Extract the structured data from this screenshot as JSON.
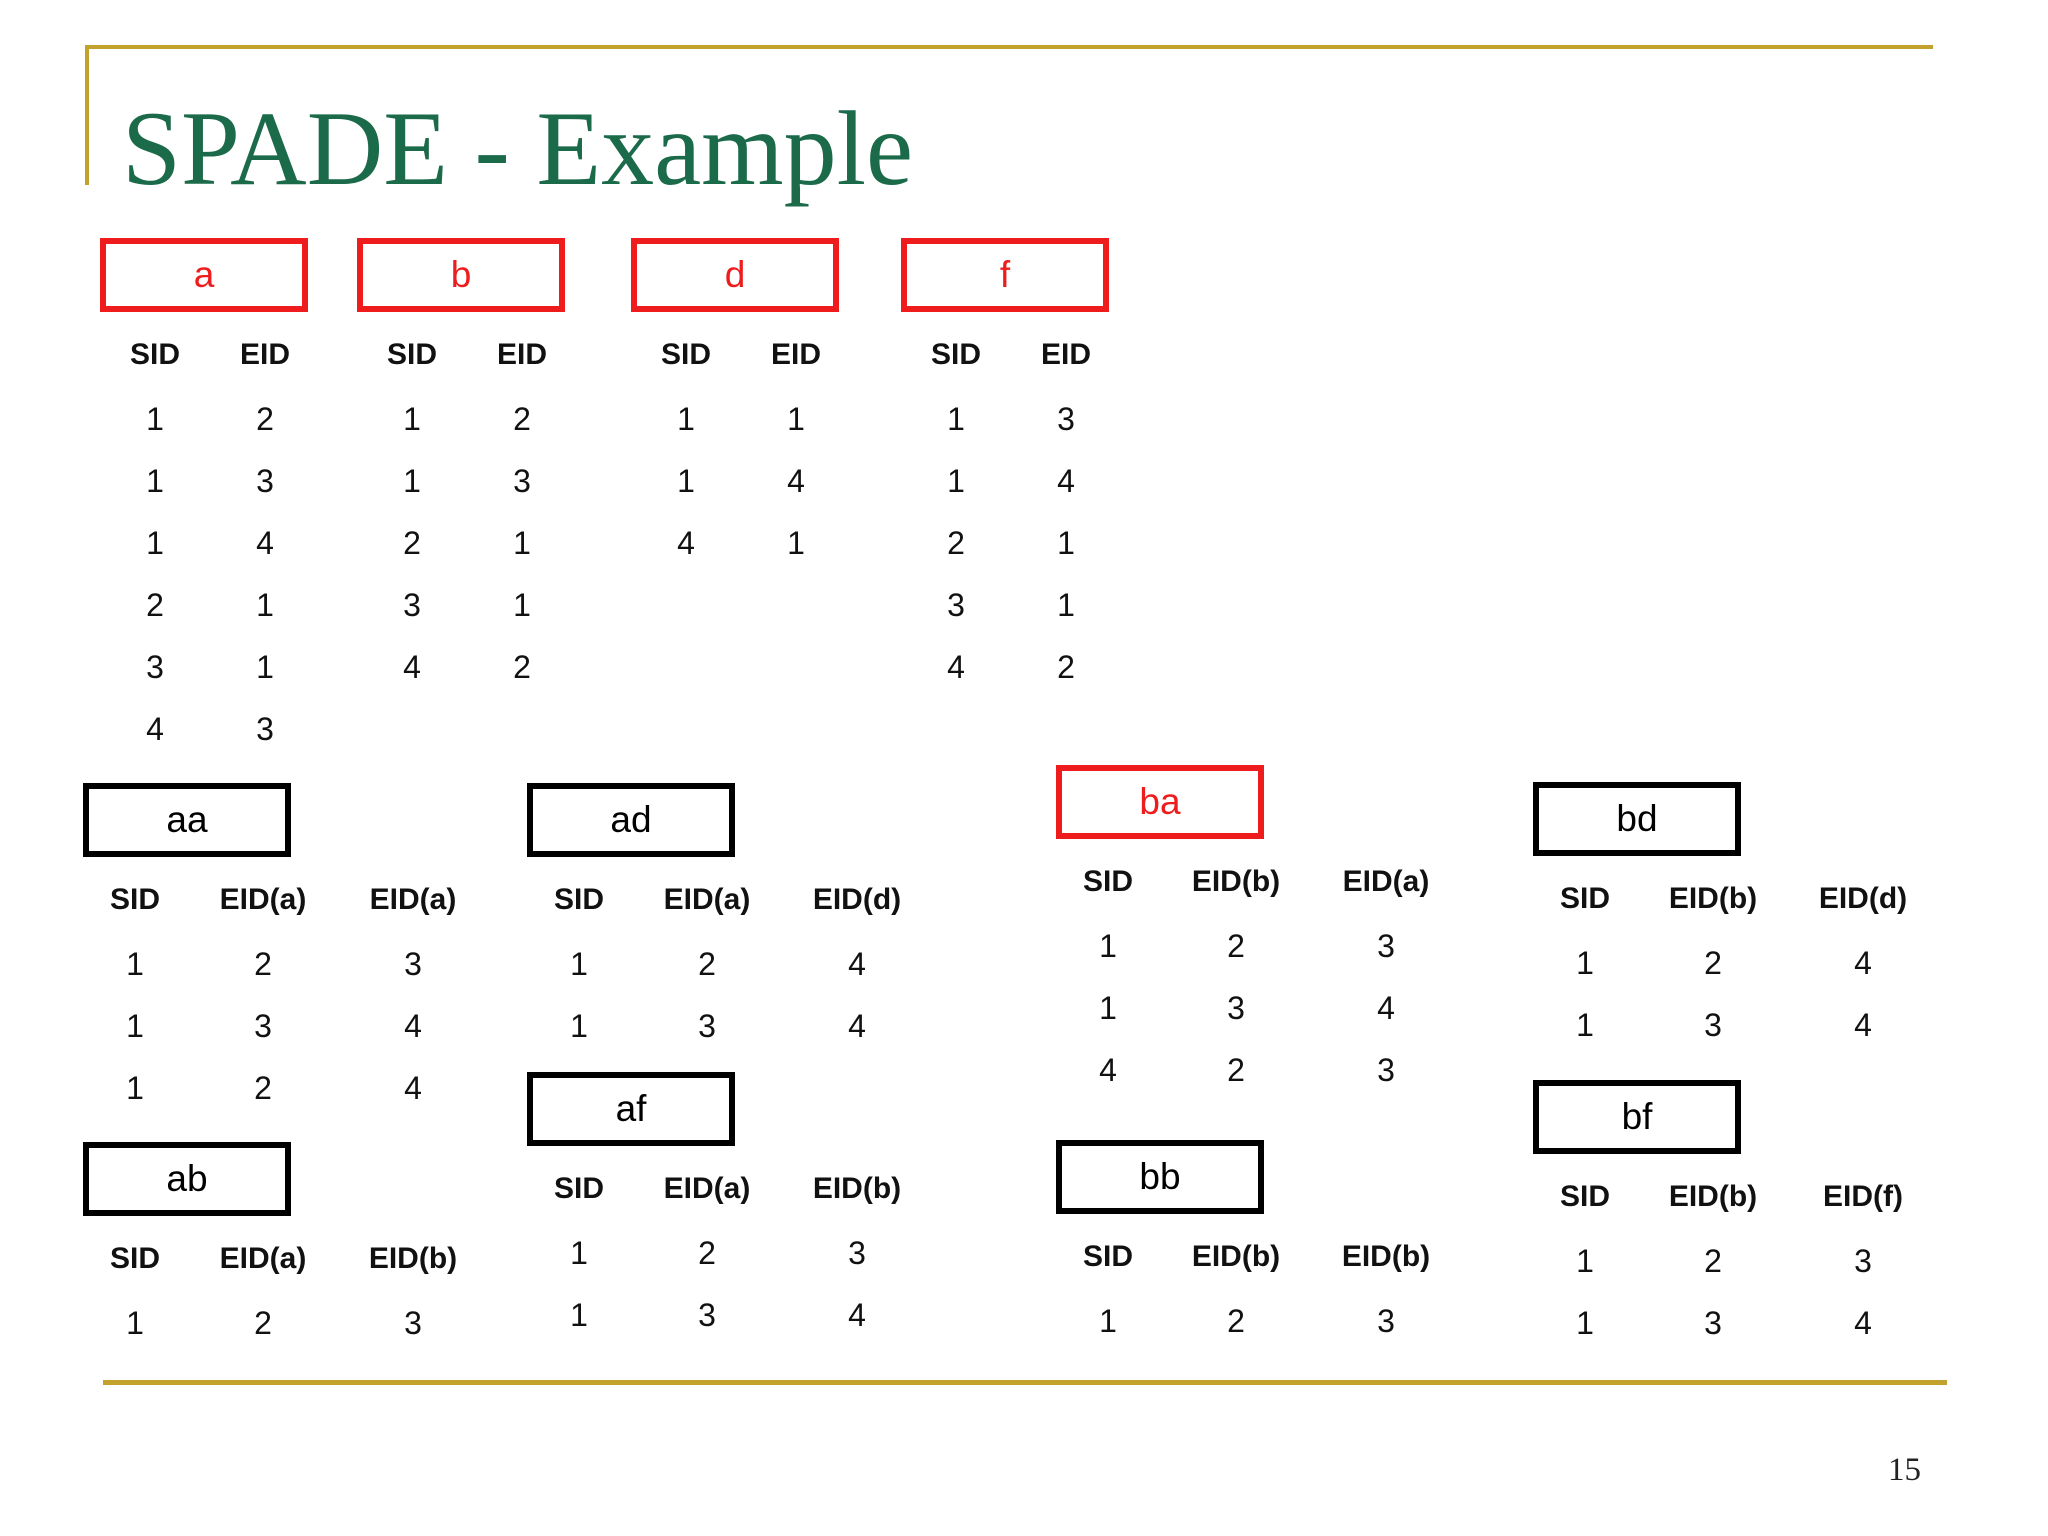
{
  "page": {
    "title": "SPADE - Example",
    "page_number": "15"
  },
  "colors": {
    "accent-gold": "#C2A12C",
    "title-green": "#1B6A4A",
    "highlight-red": "#EE1C1C",
    "text-black": "#111111"
  },
  "single_tables": [
    {
      "label": "a",
      "box_style": "red",
      "columns": [
        "SID",
        "EID"
      ],
      "rows": [
        [
          1,
          2
        ],
        [
          1,
          3
        ],
        [
          1,
          4
        ],
        [
          2,
          1
        ],
        [
          3,
          1
        ],
        [
          4,
          3
        ]
      ]
    },
    {
      "label": "b",
      "box_style": "red",
      "columns": [
        "SID",
        "EID"
      ],
      "rows": [
        [
          1,
          2
        ],
        [
          1,
          3
        ],
        [
          2,
          1
        ],
        [
          3,
          1
        ],
        [
          4,
          2
        ]
      ]
    },
    {
      "label": "d",
      "box_style": "red",
      "columns": [
        "SID",
        "EID"
      ],
      "rows": [
        [
          1,
          1
        ],
        [
          1,
          4
        ],
        [
          4,
          1
        ]
      ]
    },
    {
      "label": "f",
      "box_style": "red",
      "columns": [
        "SID",
        "EID"
      ],
      "rows": [
        [
          1,
          3
        ],
        [
          1,
          4
        ],
        [
          2,
          1
        ],
        [
          3,
          1
        ],
        [
          4,
          2
        ]
      ]
    }
  ],
  "pair_tables": [
    {
      "label": "aa",
      "box_style": "black",
      "columns": [
        "SID",
        "EID(a)",
        "EID(a)"
      ],
      "rows": [
        [
          1,
          2,
          3
        ],
        [
          1,
          3,
          4
        ],
        [
          1,
          2,
          4
        ]
      ]
    },
    {
      "label": "ab",
      "box_style": "black",
      "columns": [
        "SID",
        "EID(a)",
        "EID(b)"
      ],
      "rows": [
        [
          1,
          2,
          3
        ]
      ]
    },
    {
      "label": "ad",
      "box_style": "black",
      "columns": [
        "SID",
        "EID(a)",
        "EID(d)"
      ],
      "rows": [
        [
          1,
          2,
          4
        ],
        [
          1,
          3,
          4
        ]
      ]
    },
    {
      "label": "af",
      "box_style": "black",
      "columns": [
        "SID",
        "EID(a)",
        "EID(b)"
      ],
      "rows": [
        [
          1,
          2,
          3
        ],
        [
          1,
          3,
          4
        ]
      ]
    },
    {
      "label": "ba",
      "box_style": "red",
      "columns": [
        "SID",
        "EID(b)",
        "EID(a)"
      ],
      "rows": [
        [
          1,
          2,
          3
        ],
        [
          1,
          3,
          4
        ],
        [
          4,
          2,
          3
        ]
      ]
    },
    {
      "label": "bb",
      "box_style": "black",
      "columns": [
        "SID",
        "EID(b)",
        "EID(b)"
      ],
      "rows": [
        [
          1,
          2,
          3
        ]
      ]
    },
    {
      "label": "bd",
      "box_style": "black",
      "columns": [
        "SID",
        "EID(b)",
        "EID(d)"
      ],
      "rows": [
        [
          1,
          2,
          4
        ],
        [
          1,
          3,
          4
        ]
      ]
    },
    {
      "label": "bf",
      "box_style": "black",
      "columns": [
        "SID",
        "EID(b)",
        "EID(f)"
      ],
      "rows": [
        [
          1,
          2,
          3
        ],
        [
          1,
          3,
          4
        ]
      ]
    }
  ]
}
